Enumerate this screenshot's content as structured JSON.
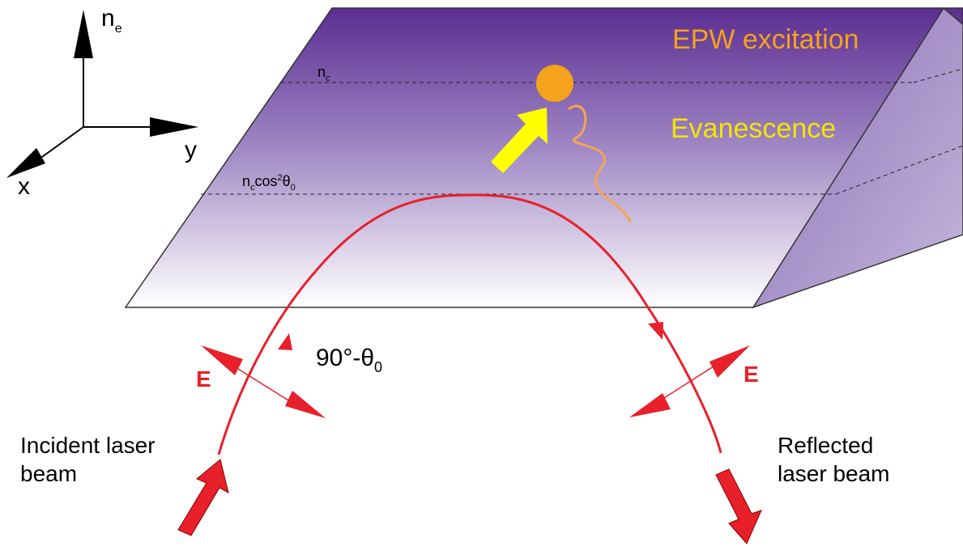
{
  "axes": {
    "vertical_label": "n",
    "vertical_sub": "e",
    "horizontal_label": "y",
    "depth_label": "x"
  },
  "density_levels": {
    "critical_label": "n",
    "critical_sub": "c",
    "turning_label_n": "n",
    "turning_label_c": "c",
    "turning_label_cos": "cos",
    "turning_label_sq": "2",
    "turning_label_theta": "θ",
    "turning_label_zero": "0"
  },
  "regions": {
    "epw": "EPW excitation",
    "evanescence": "Evanescence"
  },
  "angle": {
    "main": "90°-θ",
    "sub": "0"
  },
  "field": {
    "incident_E": "E",
    "reflected_E": "E"
  },
  "beams": {
    "incident_line1": "Incident laser",
    "incident_line2": "beam",
    "reflected_line1": "Reflected",
    "reflected_line2": "laser beam"
  },
  "colors": {
    "plasma_top": "#5b2d91",
    "plasma_bottom": "#ffffff",
    "laser": "#e8202a",
    "epw_text": "#f5a21c",
    "evanescence_text": "#f2e600",
    "epw_dot": "#f5a21c",
    "arrow_yellow": "#ffff00",
    "wave": "#f5a552"
  }
}
